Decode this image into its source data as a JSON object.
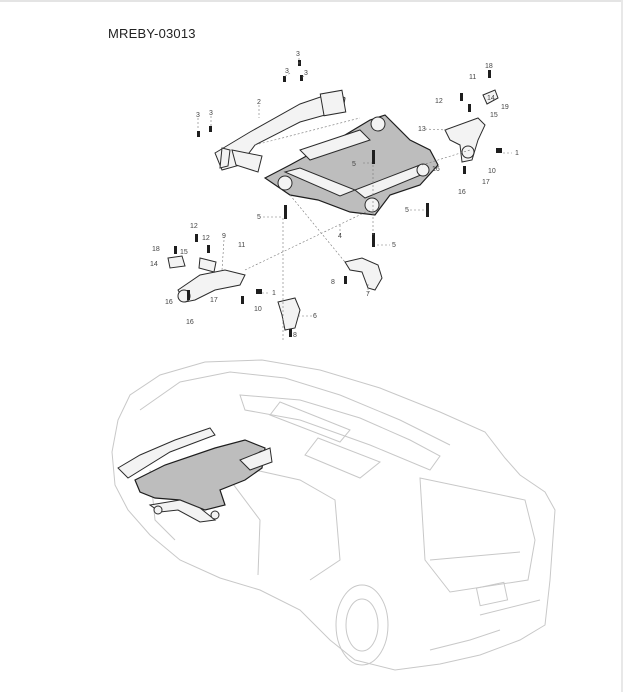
{
  "header": {
    "document_code": "MREBY-03013"
  },
  "callouts": [
    {
      "id": "c3a",
      "text": "3"
    },
    {
      "id": "c3b",
      "text": "3"
    },
    {
      "id": "c3c",
      "text": "3"
    },
    {
      "id": "c3d",
      "text": "3"
    },
    {
      "id": "c3e",
      "text": "3"
    },
    {
      "id": "c2",
      "text": "2"
    },
    {
      "id": "c18a",
      "text": "18"
    },
    {
      "id": "c11a",
      "text": "11"
    },
    {
      "id": "c12a",
      "text": "12"
    },
    {
      "id": "c19a",
      "text": "19"
    },
    {
      "id": "c14a",
      "text": "14"
    },
    {
      "id": "c15a",
      "text": "15"
    },
    {
      "id": "c13",
      "text": "13"
    },
    {
      "id": "c1a",
      "text": "1"
    },
    {
      "id": "c16a",
      "text": "16"
    },
    {
      "id": "c17a",
      "text": "17"
    },
    {
      "id": "c10a",
      "text": "10"
    },
    {
      "id": "c16b",
      "text": "16"
    },
    {
      "id": "c5a",
      "text": "5"
    },
    {
      "id": "c5b",
      "text": "5"
    },
    {
      "id": "c5c",
      "text": "5"
    },
    {
      "id": "c5d",
      "text": "5"
    },
    {
      "id": "c4",
      "text": "4"
    },
    {
      "id": "c12b",
      "text": "12"
    },
    {
      "id": "c12c",
      "text": "12"
    },
    {
      "id": "c9",
      "text": "9"
    },
    {
      "id": "c11b",
      "text": "11"
    },
    {
      "id": "c18b",
      "text": "18"
    },
    {
      "id": "c15b",
      "text": "15"
    },
    {
      "id": "c14b",
      "text": "14"
    },
    {
      "id": "c8a",
      "text": "8"
    },
    {
      "id": "c7",
      "text": "7"
    },
    {
      "id": "c1b",
      "text": "1"
    },
    {
      "id": "c16c",
      "text": "16"
    },
    {
      "id": "c17b",
      "text": "17"
    },
    {
      "id": "c10b",
      "text": "10"
    },
    {
      "id": "c16d",
      "text": "16"
    },
    {
      "id": "c6",
      "text": "6"
    },
    {
      "id": "c8b",
      "text": "8"
    }
  ]
}
